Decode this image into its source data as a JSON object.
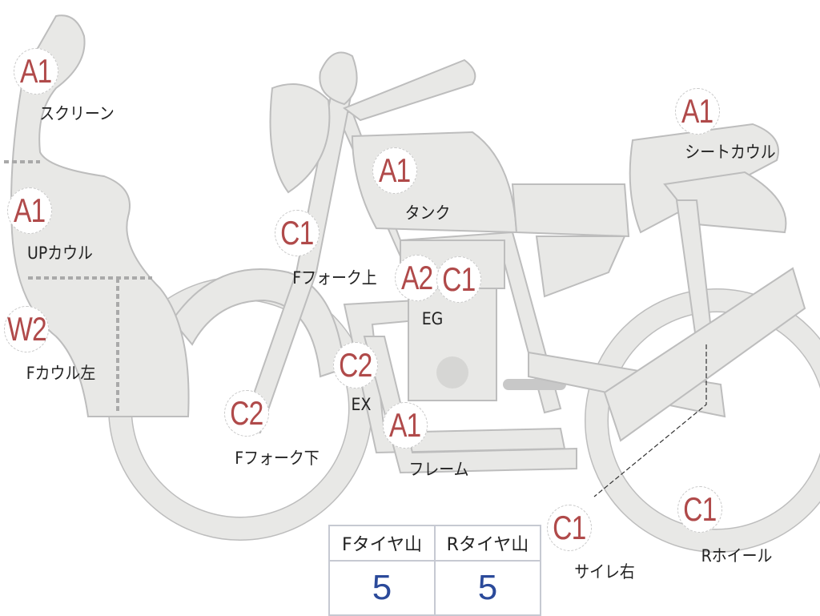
{
  "parts": [
    {
      "grade": "A1",
      "label": "スクリーン"
    },
    {
      "grade": "A1",
      "label": "UPカウル"
    },
    {
      "grade": "W2",
      "label": "Fカウル左"
    },
    {
      "grade": "C1",
      "label": "Fフォーク上"
    },
    {
      "grade": "C2",
      "label": "Fフォーク下"
    },
    {
      "grade": "A1",
      "label": "タンク"
    },
    {
      "grade": "A2",
      "grade2": "C1",
      "label": "EG"
    },
    {
      "grade": "C2",
      "label": "EX"
    },
    {
      "grade": "A1",
      "label": "フレーム"
    },
    {
      "grade": "A1",
      "label": "シートカウル"
    },
    {
      "grade": "C1",
      "label": "サイレ右"
    },
    {
      "grade": "C1",
      "label": "Rホイール"
    }
  ],
  "tires": {
    "front_label": "Fタイヤ山",
    "front_value": "5",
    "rear_label": "Rタイヤ山",
    "rear_value": "5"
  },
  "colors": {
    "grade": "#b04a4a",
    "value": "#2b4a9a",
    "part_fill": "#e8e8e6",
    "part_stroke": "#bdbdbd"
  }
}
